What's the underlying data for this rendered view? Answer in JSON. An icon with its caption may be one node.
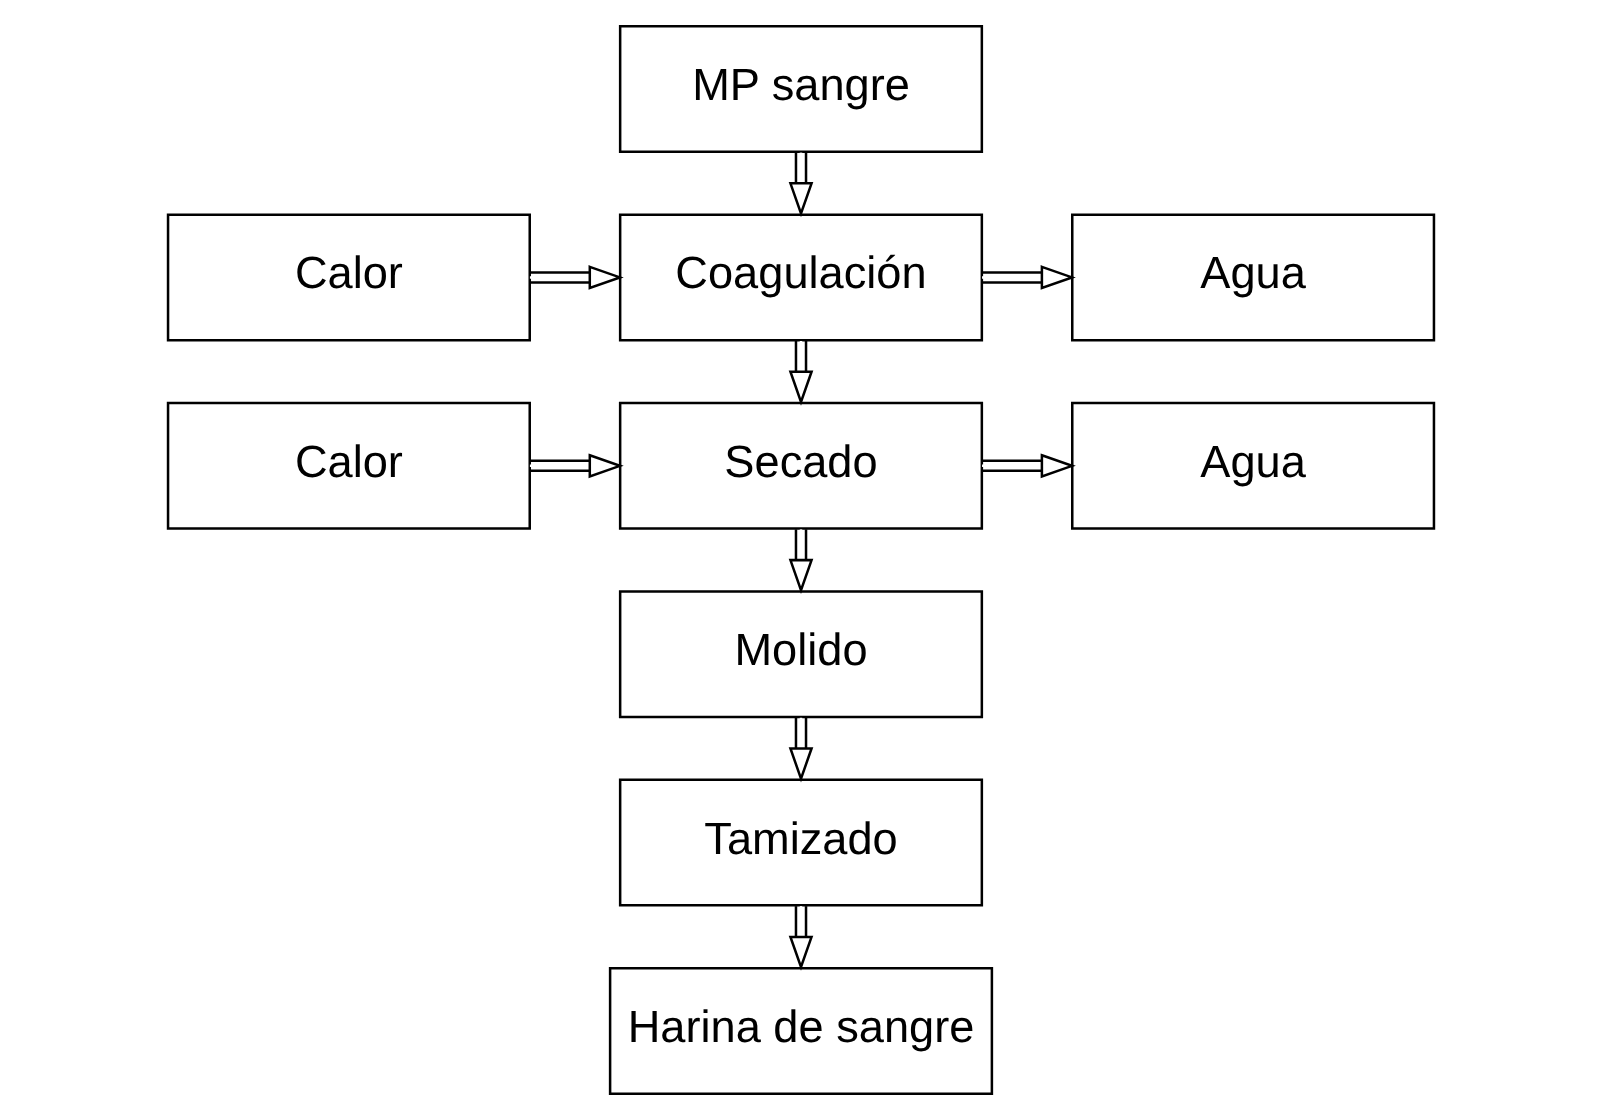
{
  "diagram": {
    "nodes": [
      {
        "text": [
          "MP sangre"
        ]
      },
      {
        "text": [
          "Agua"
        ]
      },
      {
        "text": [
          "Coagulación"
        ]
      },
      {
        "text": [
          "Calor"
        ]
      },
      {
        "text": [
          "Calor"
        ]
      },
      {
        "text": [
          "Secado"
        ]
      },
      {
        "text": [
          "Agua"
        ]
      },
      {
        "text": [
          "Molido"
        ]
      },
      {
        "text": [
          "Tamizado"
        ]
      },
      {
        "text": [
          "Harina de sangre"
        ]
      }
    ],
    "edges": [
      {
        "from": 0,
        "to": 2,
        "arrow": "to"
      },
      {
        "from": 2,
        "to": 1,
        "arrow": "to"
      },
      {
        "from": 3,
        "to": 2,
        "arrow": "to"
      },
      {
        "from": 2,
        "to": 5,
        "arrow": "to"
      },
      {
        "from": 4,
        "to": 5,
        "arrow": "to"
      },
      {
        "from": 5,
        "to": 6,
        "arrow": "to"
      },
      {
        "from": 5,
        "to": 7,
        "arrow": "to"
      },
      {
        "from": 7,
        "to": 8,
        "arrow": "to"
      },
      {
        "from": 8,
        "to": 9,
        "arrow": "to"
      }
    ]
  }
}
